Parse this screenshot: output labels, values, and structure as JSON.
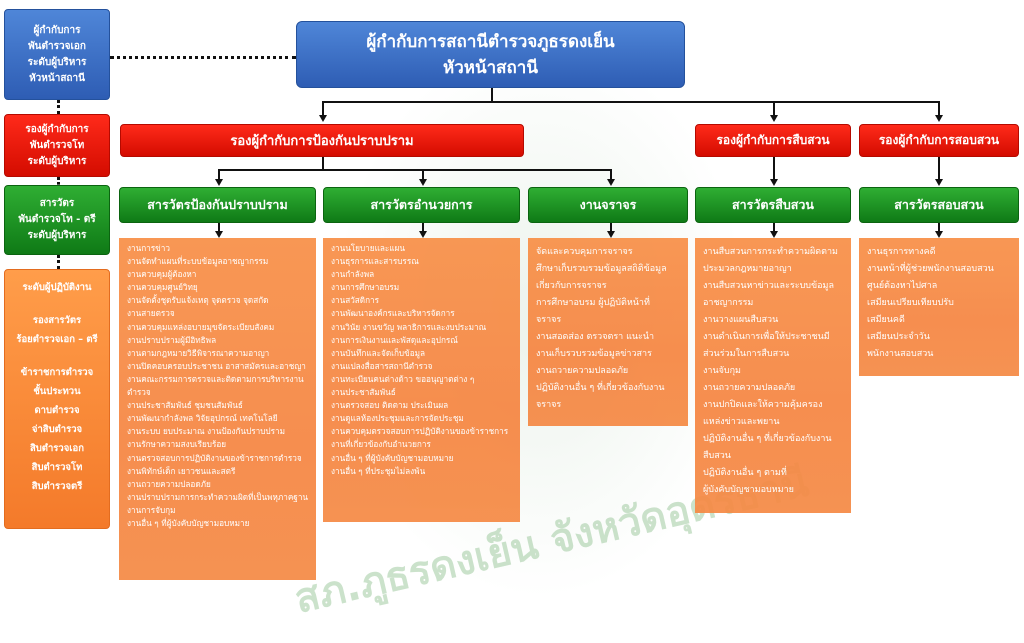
{
  "watermark": "สภ.ภูธรดงเย็น จังหวัดอุดรธานี",
  "top_box": {
    "line1": "ผู้กำกับการสถานีตำรวจภูธรดงเย็น",
    "line2": "หัวหน้าสถานี"
  },
  "legend": {
    "blue": {
      "l1": "ผู้กำกับการ",
      "l2": "พันตำรวจเอก",
      "l3": "ระดับผู้บริหาร",
      "l4": "หัวหน้าสถานี"
    },
    "red": {
      "l1": "รองผู้กำกับการ",
      "l2": "พันตำรวจโท",
      "l3": "ระดับผู้บริหาร"
    },
    "green": {
      "l1": "สารวัตร",
      "l2": "พันตำรวจโท - ตรี",
      "l3": "ระดับผู้บริหาร"
    },
    "orange": [
      "ระดับผู้ปฏิบัติงาน",
      "",
      "รองสารวัตร",
      "ร้อยตำรวจเอก – ตรี",
      "",
      "ข้าราชการตำรวจ",
      "ชั้นประทวน",
      "ดาบตำรวจ",
      "จ่าสิบตำรวจ",
      "สิบตำรวจเอก",
      "สิบตำรวจโท",
      "สิบตำรวจตรี"
    ]
  },
  "deputies": {
    "prevention": "รองผู้กำกับการป้องกันปราบปราม",
    "investigation": "รองผู้กำกับการสืบสวน",
    "inquiry": "รองผู้กำกับการสอบสวน"
  },
  "inspectors": {
    "prevention": "สารวัตรป้องกันปราบปราม",
    "admin": "สารวัตรอำนวยการ",
    "traffic": "งานจราจร",
    "investigation": "สารวัตรสืบสวน",
    "inquiry": "สารวัตรสอบสวน"
  },
  "duties": {
    "prevention": [
      "งานการข่าว",
      "งานจัดทำแผนที่ระบบข้อมูลอาชญากรรม",
      "งานควบคุมผู้ต้องหา",
      "งานควบคุมศูนย์วิทยุ",
      "งานจัดตั้งชุดรับแจ้งเหตุ จุดตรวจ จุดสกัด",
      "งานสายตรวจ",
      "งานควบคุมแหล่งอบายมุขจัดระเบียบสังคม",
      "งานปราบปรามผู้มีอิทธิพล",
      "งานตามกฎหมายวิธีพิจารณาความอาญา",
      "งานปิดคอบครอบประชาชน อาสาสมัครและอาชญา",
      "งานคณะกรรมการตรวจและติดตามการบริหารงาน",
      "ตำรวจ",
      "งานประชาสัมพันธ์ ชุมชนสัมพันธ์",
      "งานพัฒนากำลังพล วิจัยอุปกรณ์ เทคโนโลยี",
      "งานระบบ ยบประมาณ งานป้องกันปราบปราม",
      "งานรักษาความสงบเรียบร้อย",
      "งานตรวจสอบการปฏิบัติงานของข้าราชการตำรวจ",
      "งานพิทักษ์เด็ก เยาวชนและสตรี",
      "งานถวายความปลอดภัย",
      "งานปราบปรามการกระทำความผิดที่เป็นพหุภาคฐาน",
      "งานการจับกุม",
      "งานอื่น ๆ ที่ผู้บังคับบัญชามอบหมาย"
    ],
    "admin": [
      "งานนโยบายและแผน",
      "งานธุรการและสารบรรณ",
      "งานกำลังพล",
      "งานการศึกษาอบรม",
      "งานสวัสดิการ",
      "งานพัฒนาองค์กรและบริหารจัดการ",
      "งานวินัย งานขวัญ พลาธิการและงบประมาณ",
      "งานการเงินงานและพัสดุและอุปกรณ์",
      "งานบันทึกและจัดเก็บข้อมูล",
      "งานแปลงสื่อสารสถานีตำรวจ",
      "งานทะเบียนคนต่างด้าว ขออนุญาตต่าง ๆ",
      "งานประชาสัมพันธ์",
      "งานตรวจสอบ ติดตาม ประเมินผล",
      "งานดูแลห้องประชุมและการจัดประชุม",
      "งานควบคุมตรวจสอบการปฏิบัติงานของข้าราชการ",
      "งานที่เกี่ยวข้องกับอำนวยการ",
      "งานอื่น ๆ ที่ผู้บังคับบัญชามอบหมาย",
      "งานอื่น ๆ ที่ประชุมไม่ลงพ้น"
    ],
    "traffic": [
      "จัดและควบคุมการจราจร",
      "ศึกษาเก็บรวบรวมข้อมูลสถิติข้อมูล",
      "เกี่ยวกับการจราจร",
      "การศึกษาอบรม ผู้ปฏิบัติหน้าที่",
      "จราจร",
      "งานสอดส่อง ตรวจตรา แนะนำ",
      "งานเก็บรวบรวมข้อมูลข่าวสาร",
      "งานถวายความปลอดภัย",
      "ปฏิบัติงานอื่น ๆ ที่เกี่ยวข้องกับงาน",
      "จราจร"
    ],
    "investigation": [
      "งานสืบสวนการกระทำความผิดตาม",
      "ประมวลกฎหมายอาญา",
      "งานสืบสวนหาข่าวและระบบข้อมูล",
      "อาชญากรรม",
      "งานวางแผนสืบสวน",
      "งานดำเนินการเพื่อให้ประชาชนมี",
      "ส่วนร่วมในการสืบสวน",
      "งานจับกุม",
      "งานถวายความปลอดภัย",
      "งานปกปิดและให้ความคุ้มครอง",
      "แหล่งข่าวและพยาน",
      "ปฏิบัติงานอื่น ๆ ที่เกี่ยวข้องกับงาน",
      "สืบสวน",
      "ปฏิบัติงานอื่น ๆ ตามที่",
      "ผู้บังคับบัญชามอบหมาย"
    ],
    "inquiry": [
      "งานธุรการทางคดี",
      "งานหน้าที่ผู้ช่วยพนักงานสอบสวน",
      "ศูนย์ต้องหาไปศาล",
      "เสมียนเปรียบเทียบปรับ",
      "เสมียนคดี",
      "เสมียนประจำวัน",
      "พนักงานสอบสวน"
    ]
  }
}
